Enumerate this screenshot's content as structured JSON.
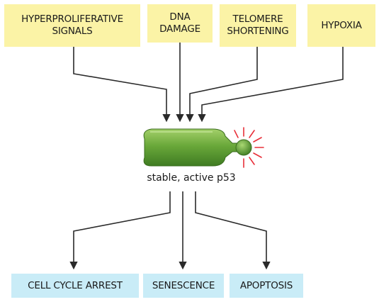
{
  "inputs": [
    {
      "lines": [
        "HYPERPROLIFERATIVE",
        "SIGNALS"
      ]
    },
    {
      "lines": [
        "DNA",
        "DAMAGE"
      ]
    },
    {
      "lines": [
        "TELOMERE",
        "SHORTENING"
      ]
    },
    {
      "lines": [
        "HYPOXIA"
      ]
    }
  ],
  "center": {
    "label": "stable, active p53"
  },
  "outputs": [
    {
      "label": "CELL CYCLE ARREST"
    },
    {
      "label": "SENESCENCE"
    },
    {
      "label": "APOPTOSIS"
    }
  ],
  "colors": {
    "input_box": "#fbf3a6",
    "output_box": "#c9ecf7",
    "protein_green": "#6aa83a",
    "active_signal_red": "#e8303a",
    "arrow": "#2a2a2a"
  }
}
